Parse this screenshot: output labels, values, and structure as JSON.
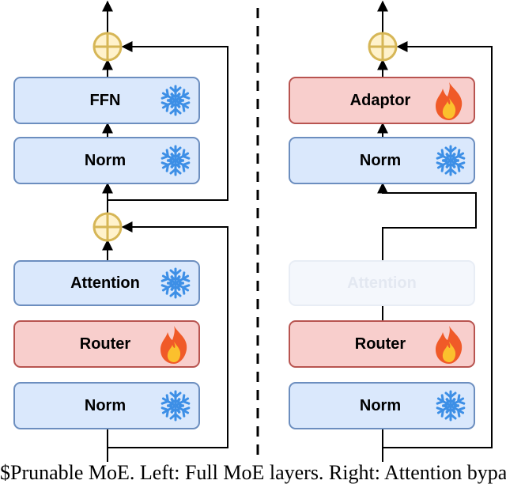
{
  "left_panel": {
    "ffn_label": "FFN",
    "norm_top_label": "Norm",
    "attention_label": "Attention",
    "router_label": "Router",
    "norm_bottom_label": "Norm"
  },
  "right_panel": {
    "adaptor_label": "Adaptor",
    "norm_top_label": "Norm",
    "attention_label": "Attention",
    "router_label": "Router",
    "norm_bottom_label": "Norm"
  },
  "caption": "$Prunable MoE. Left: Full MoE layers. Right: Attention bypassed with a hidden",
  "colors": {
    "frozen_fill": "#dae8fc",
    "frozen_stroke": "#6c8ebf",
    "trainable_fill": "#f8cecc",
    "trainable_stroke": "#b85450",
    "add_fill": "#fff2cc",
    "add_stroke": "#d6b656",
    "snowflake": "#3d8fe6",
    "flame_outer": "#f05a28",
    "flame_inner": "#fbc02d",
    "ghost_fill": "#f4f7fc",
    "ghost_text": "#e3e8f1"
  },
  "icons": {
    "frozen": "snowflake-icon",
    "trainable": "flame-icon",
    "add": "add-circle-icon"
  }
}
